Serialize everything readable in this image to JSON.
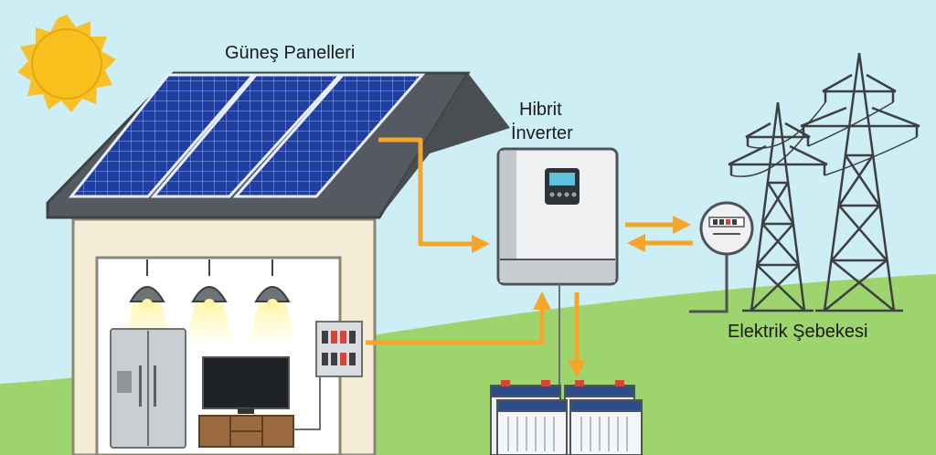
{
  "labels": {
    "solar_panels": "Güneş Panelleri",
    "inverter_line1": "Hibrit",
    "inverter_line2": "İnverter",
    "grid": "Elektrik Şebekesi"
  },
  "colors": {
    "sky": "#cdeef4",
    "grass": "#9ed46e",
    "sun": "#f7c228",
    "roof": "#555a60",
    "house_wall": "#f4ecd4",
    "panel_blue": "#1f3ea0",
    "arrow": "#f4a62a",
    "tower": "#3d3f42"
  },
  "icons": [
    "sun-icon",
    "solar-panel-icon",
    "house-icon",
    "inverter-icon",
    "battery-icon",
    "electric-meter-icon",
    "power-tower-icon",
    "lamp-icon",
    "refrigerator-icon",
    "tv-icon",
    "breaker-panel-icon"
  ]
}
